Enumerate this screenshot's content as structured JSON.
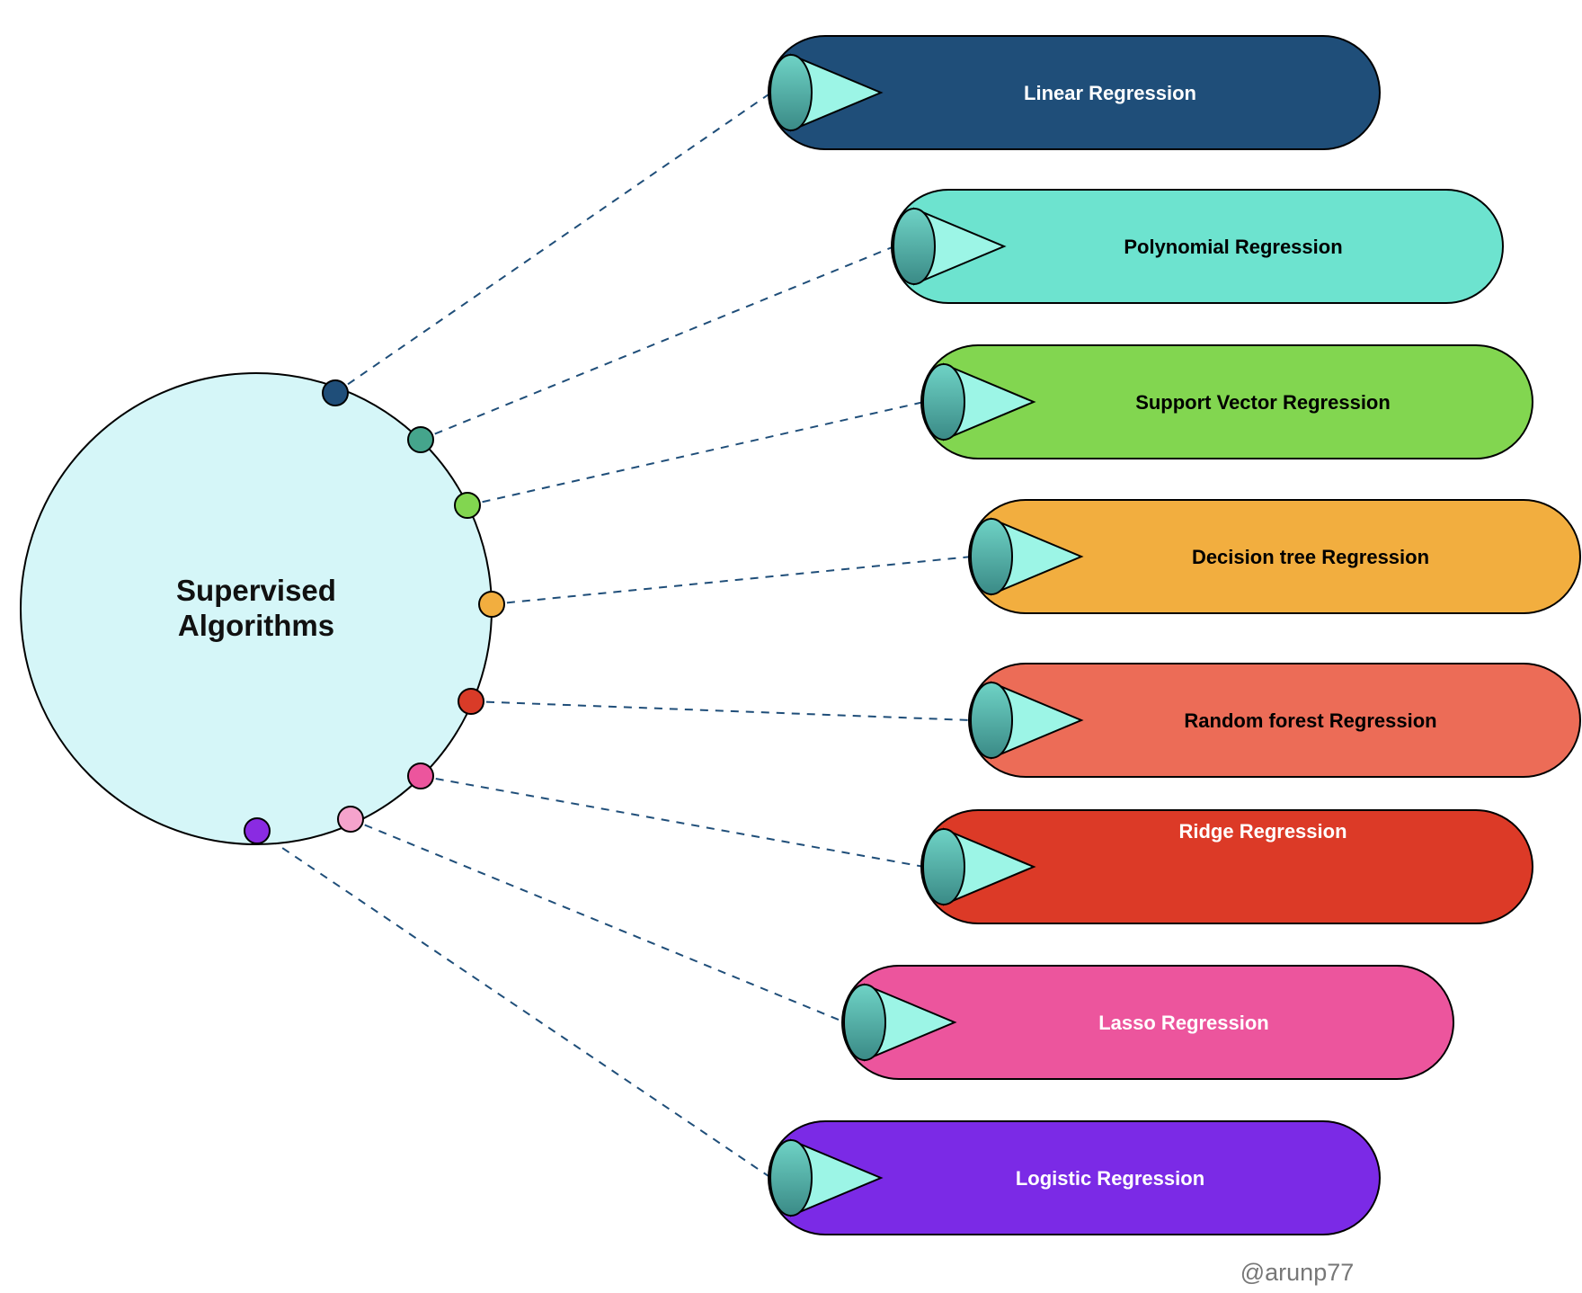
{
  "center": {
    "title_line1": "Supervised",
    "title_line2": "Algorithms",
    "fill": "#d5f6f8"
  },
  "cone_colors": {
    "face": "#9cf5e6",
    "base_light": "#6fd3c6",
    "base_dark": "#3a8a86"
  },
  "connector_color": "#1f4e79",
  "items": [
    {
      "label": "Linear Regression",
      "fill": "#1f4e79",
      "text_color": "#ffffff",
      "dot_color": "#1f4e79"
    },
    {
      "label": "Polynomial Regression",
      "fill": "#6de3cf",
      "text_color": "#000000",
      "dot_color": "#45a58c"
    },
    {
      "label": "Support Vector Regression",
      "fill": "#82d650",
      "text_color": "#000000",
      "dot_color": "#82d650"
    },
    {
      "label": "Decision tree Regression",
      "fill": "#f2ae3f",
      "text_color": "#000000",
      "dot_color": "#f2ae3f"
    },
    {
      "label": "Random forest Regression",
      "fill": "#ec6c57",
      "text_color": "#000000",
      "dot_color": "#d93b28"
    },
    {
      "label": "Ridge Regression",
      "fill": "#dc3a27",
      "text_color": "#ffffff",
      "dot_color": "#ec559d"
    },
    {
      "label": "Lasso Regression",
      "fill": "#ec559d",
      "text_color": "#ffffff",
      "dot_color": "#f5a3cc"
    },
    {
      "label": "Logistic Regression",
      "fill": "#7b2ae6",
      "text_color": "#ffffff",
      "dot_color": "#8a2be2"
    }
  ],
  "credit": "@arunp77"
}
